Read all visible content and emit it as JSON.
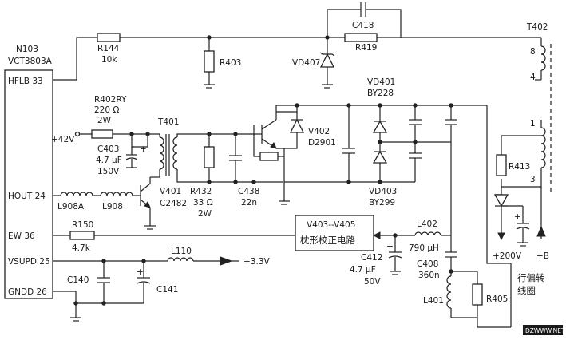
{
  "ic": {
    "ref": "N103",
    "part": "VCT3803A",
    "pins": {
      "hflb": "HFLB 33",
      "hout": "HOUT 24",
      "ew": "EW 36",
      "vsupd": "VSUPD 25",
      "gndd": "GNDD 26"
    }
  },
  "labels": {
    "r144": "R144",
    "r144_val": "10k",
    "r403": "R403",
    "c418": "C418",
    "r419": "R419",
    "vd407": "VD407",
    "t402": "T402",
    "t402_pin8": "8",
    "t402_pin4": "4",
    "t402_pin1": "1",
    "t402_pin3": "3",
    "r402ry": "R402RY",
    "r402ry_val": "220 Ω",
    "r402ry_pwr": "2W",
    "t401": "T401",
    "plus42v": "+42V",
    "c403": "C403",
    "c403_val": "4.7 μF",
    "c403_v": "150V",
    "vd401": "VD401",
    "vd401_part": "BY228",
    "v402": "V402",
    "v402_part": "D2901",
    "vd403": "VD403",
    "vd403_part": "BY299",
    "r413": "R413",
    "l908a": "L908A",
    "l908": "L908",
    "v401": "V401",
    "v401_part": "C2482",
    "r432": "R432",
    "r432_val": "33 Ω",
    "r432_pwr": "2W",
    "c438": "C438",
    "c438_val": "22n",
    "r150": "R150",
    "r150_val": "4.7k",
    "block_ref": "V403--V405",
    "block_name": "枕形校正电路",
    "l402": "L402",
    "l402_val": "790 μH",
    "c412": "C412",
    "c412_val": "4.7 μF",
    "c412_v": "50V",
    "c408": "C408",
    "c408_val": "360n",
    "l401": "L401",
    "r405": "R405",
    "l110": "L110",
    "plus3v3": "+3.3V",
    "c140": "C140",
    "c141": "C141",
    "plus200v": "+200V",
    "plusb": "+B",
    "yoke_line1": "行偏转",
    "yoke_line2": "线圈",
    "watermark": "DZWWW.NET"
  }
}
